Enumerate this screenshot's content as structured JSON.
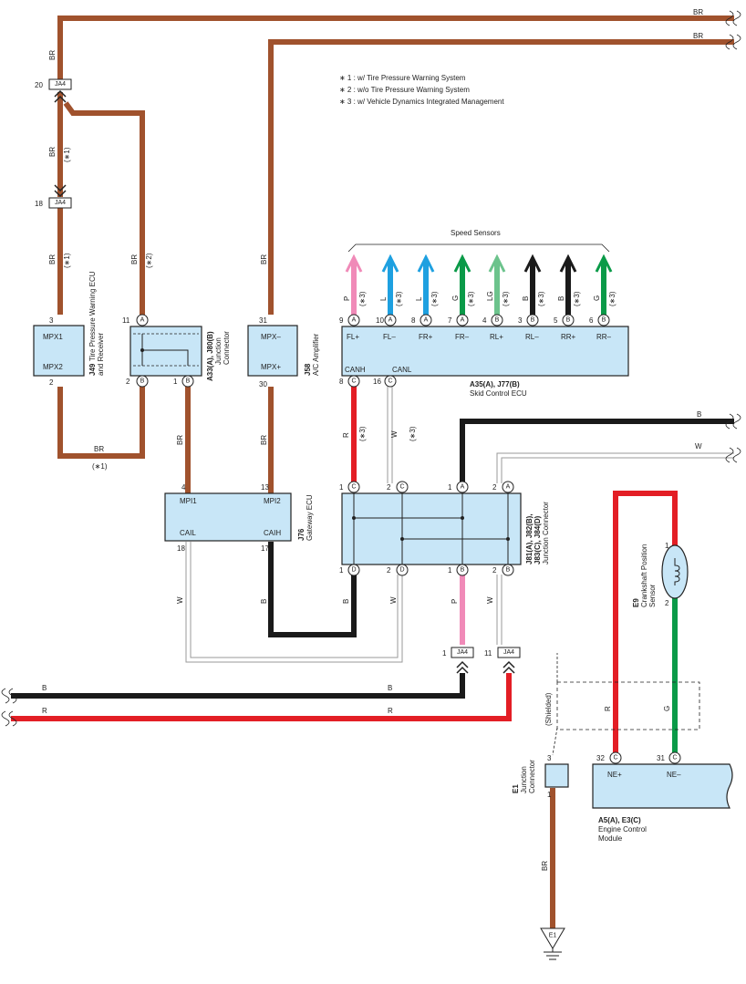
{
  "notes": [
    "∗ 1 : w/ Tire Pressure Warning System",
    "∗ 2 : w/o Tire Pressure Warning System",
    "∗ 3 : w/ Vehicle Dynamics Integrated Management"
  ],
  "colors": {
    "BR": "#a0522d",
    "B": "#1a1a1a",
    "R": "#e31e25",
    "G": "#0a9a48",
    "P": "#f08ab8",
    "L": "#1ea0e0",
    "LG": "#6cc38c",
    "W": "#9a9a9a",
    "block_fill": "#c8e6f7"
  },
  "junction_ja4": {
    "name": "JA4",
    "pins": [
      "20",
      "18",
      "1",
      "11"
    ]
  },
  "components": {
    "j49": {
      "ref": "J49",
      "name": "Tire Pressure Warning ECU and Receiver",
      "line1": "Tire Pressure Warning ECU",
      "line2": "and Receiver",
      "mpx1": "MPX1",
      "mpx2": "MPX2",
      "pin_mpx1": "3",
      "pin_mpx2": "2"
    },
    "a33": {
      "ref": "A33(A), J80(B)",
      "line1": "Junction",
      "line2": "Connector",
      "pin11": "11",
      "pin2": "2",
      "pin1": "1",
      "conn_a": "A",
      "conn_b": "B"
    },
    "j58": {
      "ref": "J58",
      "name": "A/C Amplifier",
      "mpxm": "MPX–",
      "mpxp": "MPX+",
      "pin31": "31",
      "pin30": "30"
    },
    "a35": {
      "ref": "A35(A), J77(B)",
      "name": "Skid Control ECU",
      "speed_sensors": "Speed Sensors",
      "canh": "CANH",
      "canl": "CANL",
      "pin_canh": "8",
      "pin_canl": "16",
      "terminals": [
        {
          "pin": "9",
          "conn": "A",
          "label": "FL+",
          "wire": "P"
        },
        {
          "pin": "10",
          "conn": "A",
          "label": "FL–",
          "wire": "L"
        },
        {
          "pin": "8",
          "conn": "A",
          "label": "FR+",
          "wire": "L"
        },
        {
          "pin": "7",
          "conn": "A",
          "label": "FR–",
          "wire": "G"
        },
        {
          "pin": "4",
          "conn": "B",
          "label": "RL+",
          "wire": "LG"
        },
        {
          "pin": "3",
          "conn": "B",
          "label": "RL–",
          "wire": "B"
        },
        {
          "pin": "5",
          "conn": "B",
          "label": "RR+",
          "wire": "B"
        },
        {
          "pin": "6",
          "conn": "B",
          "label": "RR–",
          "wire": "G"
        }
      ]
    },
    "j76": {
      "ref": "J76",
      "name": "Gateway ECU",
      "mpi1": "MPI1",
      "mpi2": "MPI2",
      "cail": "CAIL",
      "caih": "CAIH",
      "pin4": "4",
      "pin13": "13",
      "pin18": "18",
      "pin17": "17"
    },
    "j81": {
      "ref": "J81(A), J82(B),",
      "ref2": "J83(C), J84(D)",
      "name": "Junction Connector",
      "top_pins": [
        "1",
        "2",
        "1",
        "2"
      ],
      "top_conns": [
        "C",
        "C",
        "A",
        "A"
      ],
      "bot_pins": [
        "1",
        "2",
        "1",
        "2"
      ],
      "bot_conns": [
        "D",
        "D",
        "B",
        "B"
      ]
    },
    "e9": {
      "ref": "E9",
      "name": "Crankshaft Position",
      "name2": "Sensor",
      "pin1": "1",
      "pin2": "2"
    },
    "e1": {
      "ref": "E1",
      "name": "Junction",
      "name2": "Connector",
      "pin3": "3",
      "pin1": "1"
    },
    "a5": {
      "ref": "A5(A), E3(C)",
      "name": "Engine Control",
      "name2": "Module",
      "nep": "NE+",
      "nem": "NE–",
      "pin32": "32",
      "pin31": "31",
      "conn": "C"
    },
    "ground": {
      "name": "E1"
    }
  },
  "wire_labels": {
    "br": "BR",
    "b": "B",
    "r": "R",
    "w": "W",
    "g": "G",
    "p": "P",
    "n1": "(∗1)",
    "n2": "(∗2)",
    "n3": "(∗3)",
    "shielded": "(Shielded)"
  }
}
